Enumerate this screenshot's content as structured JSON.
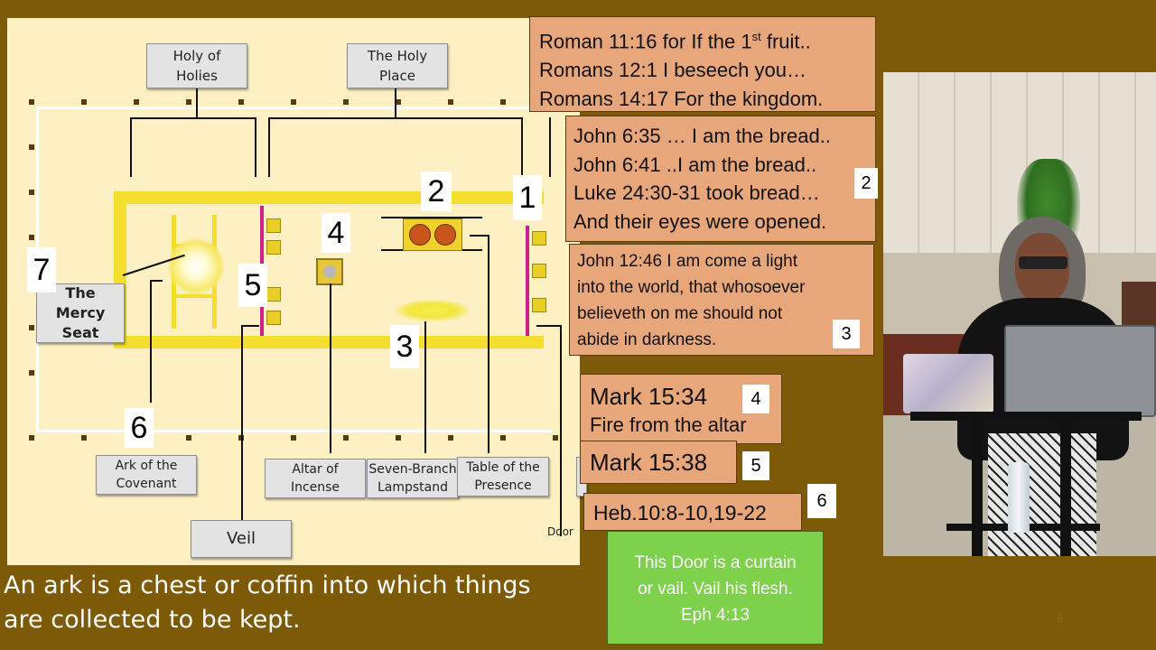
{
  "diagram": {
    "labels": {
      "holy_of_holies": "Holy of\nHolies",
      "holy_place": "The Holy\nPlace",
      "mercy_seat": "The\nMercy\nSeat",
      "ark": "Ark of the\nCovenant",
      "altar": "Altar of\nIncense",
      "lampstand": "Seven-Branch\nLampstand",
      "table": "Table of the\nPresence",
      "veil": "Veil",
      "door": "Door"
    },
    "numbers": {
      "n1": "1",
      "n2": "2",
      "n3": "3",
      "n4": "4",
      "n5": "5",
      "n6": "6",
      "n7": "7"
    }
  },
  "caption": {
    "line1": "An ark is a chest or coffin into which things",
    "line2": "are collected to be kept."
  },
  "refs": {
    "box1": {
      "line1_a": "Roman 11:16 for If the 1",
      "line1_sup": "st",
      "line1_b": " fruit..",
      "line2": "Romans 12:1 I beseech you…",
      "line3": "Romans 14:17 For the kingdom."
    },
    "box2": {
      "line1": "John 6:35 … I am the bread..",
      "line2": "John 6:41 ..I am the bread..",
      "line3": "Luke 24:30-31 took bread…",
      "line4": "And their eyes were opened.",
      "num": "2"
    },
    "box3": {
      "line1": "John 12:46 I am come a light",
      "line2": "into the world, that whosoever",
      "line3": "believeth on me should not",
      "line4": "abide in darkness.",
      "num": "3"
    },
    "box4": {
      "line1": "Mark 15:34",
      "line2": "Fire from the altar",
      "num": "4"
    },
    "box5": {
      "line1": "Mark 15:38",
      "num": "5"
    },
    "box6": {
      "line1": "Heb.10:8-10,19-22",
      "num": "6"
    },
    "green": {
      "line1": "This Door is a curtain",
      "line2": "or vail. Vail his flesh.",
      "line3": "Eph 4:13"
    }
  },
  "slide_number": "6",
  "colors": {
    "background": "#7d5a07",
    "salmon": "#e8a67b",
    "green": "#7ed14a",
    "gold": "#f5de2d",
    "veil": "#d0208a"
  }
}
